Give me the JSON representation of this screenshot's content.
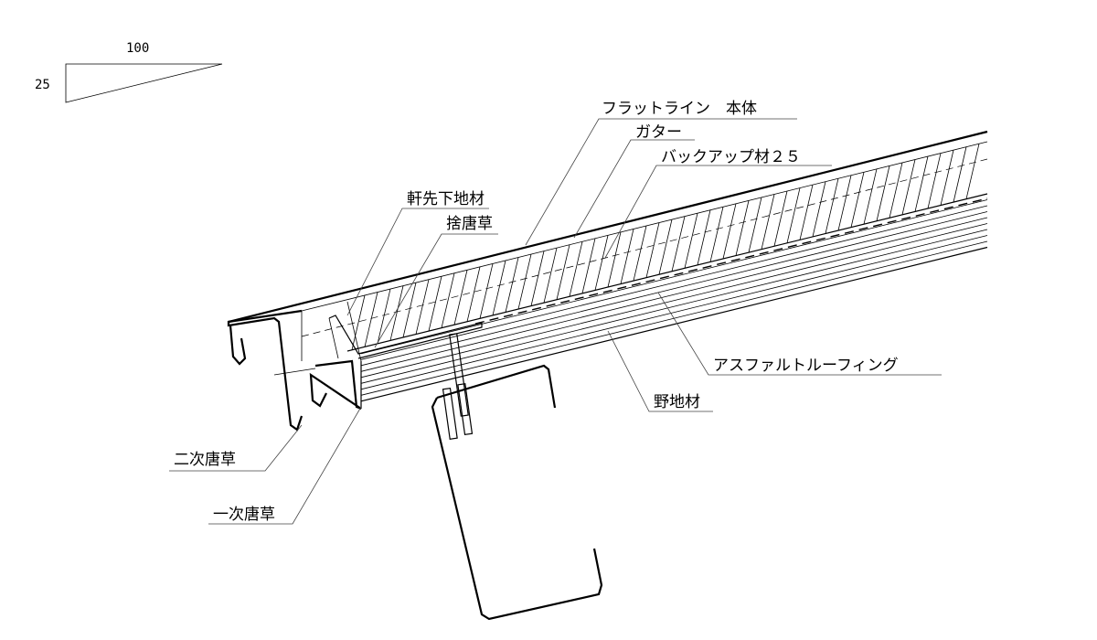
{
  "scale": {
    "run": "100",
    "rise": "25"
  },
  "labels": {
    "body": "フラットライン　本体",
    "gutter": "ガター",
    "backup": "バックアップ材２５",
    "eave_base": "軒先下地材",
    "sute_karakusa": "捨唐草",
    "asphalt_roofing": "アスファルトルーフィング",
    "sheathing": "野地材",
    "secondary_karakusa": "二次唐草",
    "primary_karakusa": "一次唐草"
  }
}
